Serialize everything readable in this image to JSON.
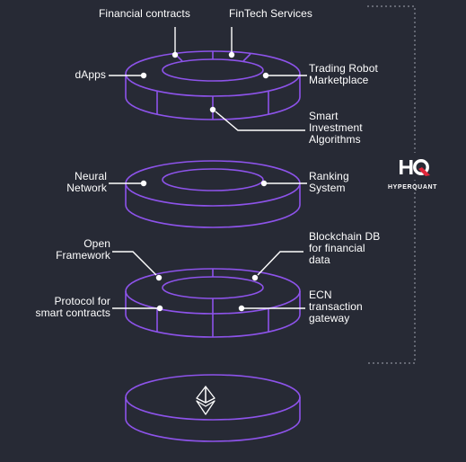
{
  "colors": {
    "background": "#272a35",
    "ring_stroke": "#8d53ea",
    "leader_line": "#ffffff",
    "bracket": "#8a8d99",
    "brand_red": "#e1263a"
  },
  "layers": [
    {
      "id": "top",
      "labels": {
        "financial_contracts": "Financial contracts",
        "fintech_services": "FinTech Services",
        "dapps": "dApps",
        "trading_robot": "Trading Robot\nMarketplace",
        "smart_investment": "Smart\nInvestment\nAlgorithms"
      }
    },
    {
      "id": "second",
      "labels": {
        "neural_network": "Neural\nNetwork",
        "ranking_system": "Ranking\nSystem"
      }
    },
    {
      "id": "third",
      "labels": {
        "open_framework": "Open\nFramework",
        "blockchain_db": "Blockchain DB\nfor financial\ndata",
        "protocol": "Protocol for\nsmart contracts",
        "ecn": "ECN\ntransaction\ngateway"
      }
    },
    {
      "id": "base",
      "icon": "ethereum-icon"
    }
  ],
  "brand": {
    "logo_icon": "hq-logo-icon",
    "logo_mark": "HQ",
    "name": "HYPERQUANT"
  }
}
